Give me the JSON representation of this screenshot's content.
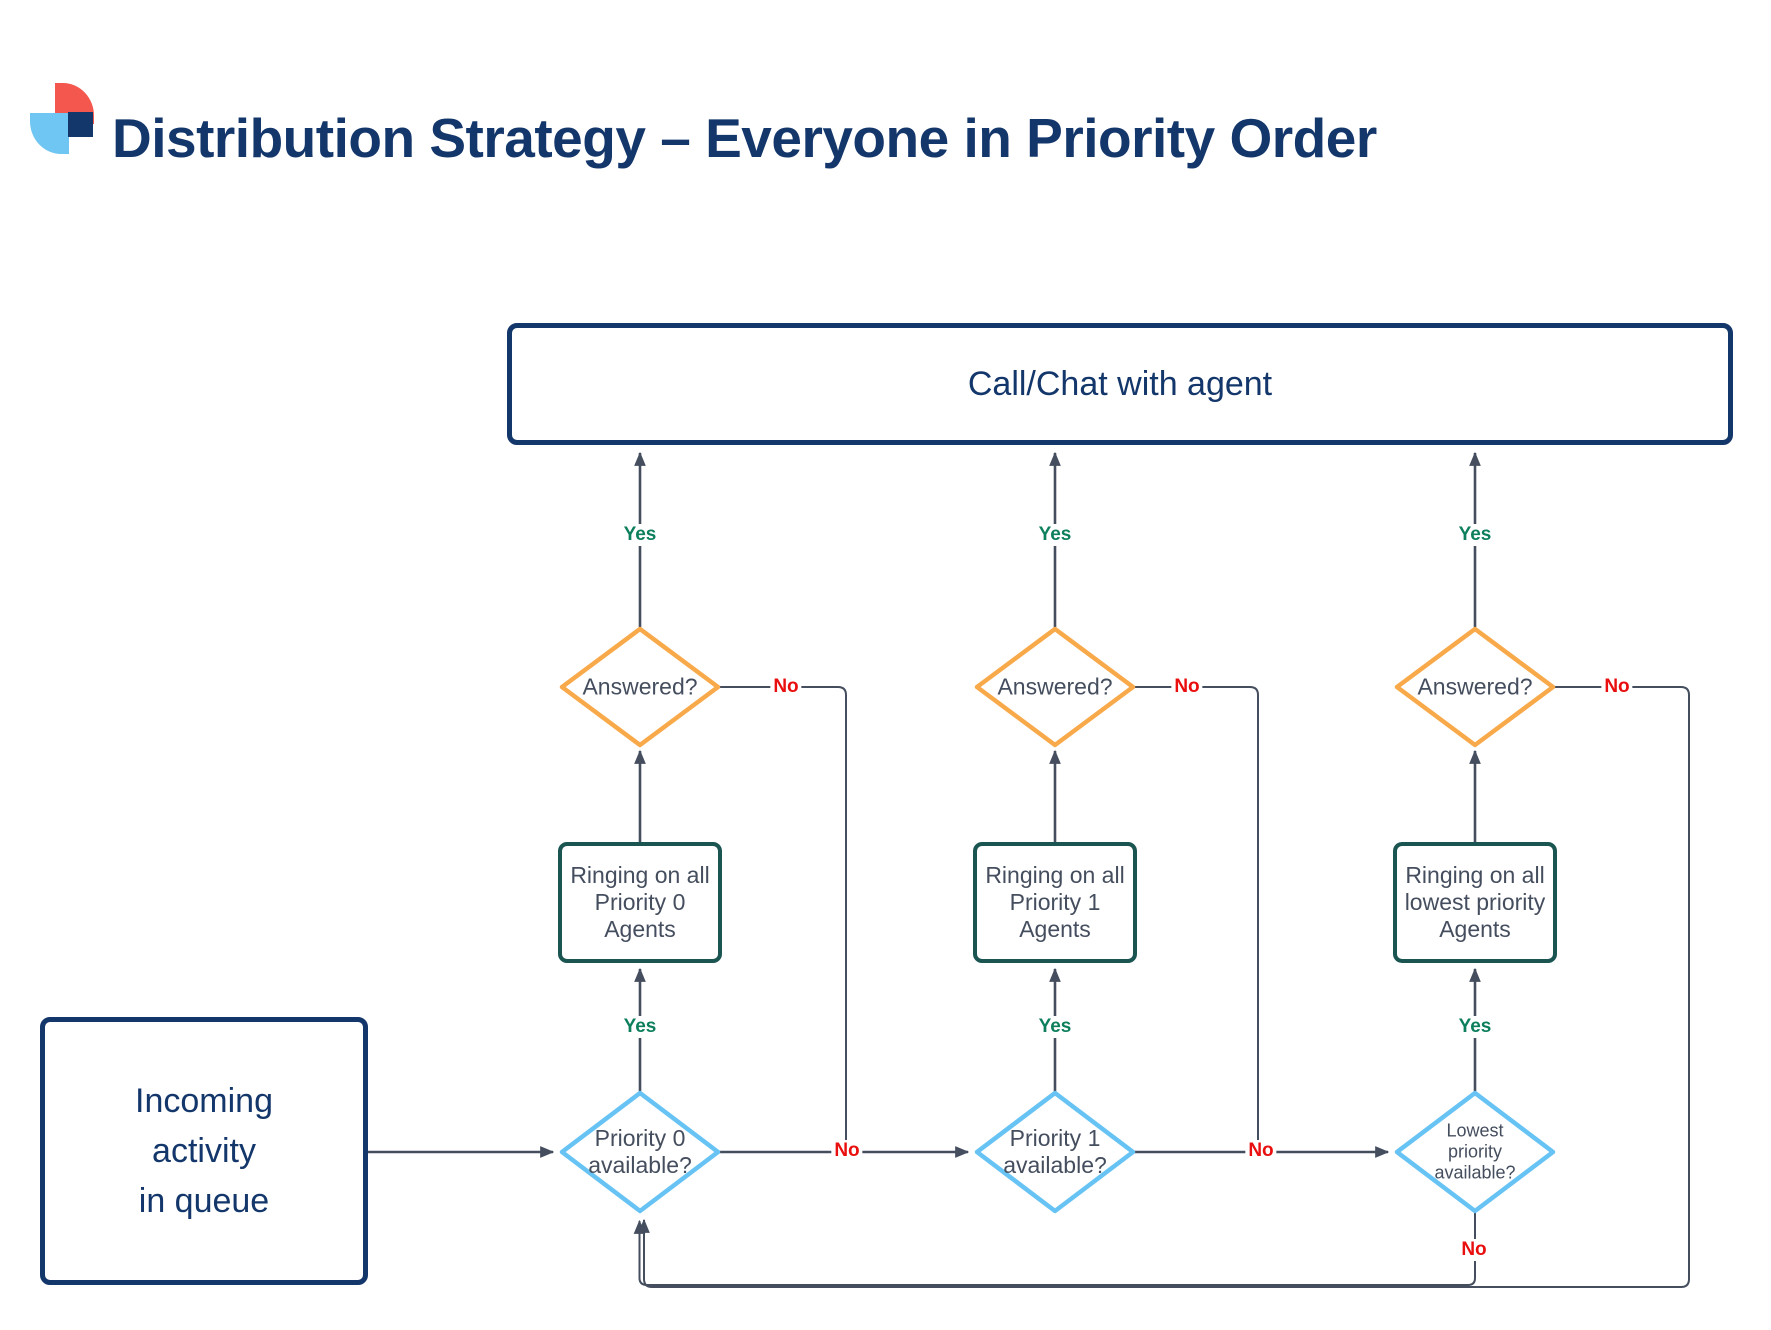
{
  "header": {
    "title": "Distribution Strategy – Everyone in Priority Order"
  },
  "flowchart": {
    "agent_box": {
      "label": "Call/Chat with agent"
    },
    "start_box": {
      "lines": [
        "Incoming",
        "activity",
        "in queue"
      ]
    },
    "columns": [
      {
        "available": {
          "lines": [
            "Priority 0",
            "available?"
          ]
        },
        "ringing": {
          "lines": [
            "Ringing on all",
            "Priority 0",
            "Agents"
          ]
        },
        "answered": {
          "label": "Answered?"
        },
        "yes_to_ringing": "Yes",
        "yes_to_agent": "Yes",
        "no_answered": "No",
        "no_available": "No"
      },
      {
        "available": {
          "lines": [
            "Priority 1",
            "available?"
          ]
        },
        "ringing": {
          "lines": [
            "Ringing on all",
            "Priority 1",
            "Agents"
          ]
        },
        "answered": {
          "label": "Answered?"
        },
        "yes_to_ringing": "Yes",
        "yes_to_agent": "Yes",
        "no_answered": "No",
        "no_available": "No"
      },
      {
        "available": {
          "lines": [
            "Lowest",
            "priority",
            "available?"
          ]
        },
        "ringing": {
          "lines": [
            "Ringing on all",
            "lowest priority",
            "Agents"
          ]
        },
        "answered": {
          "label": "Answered?"
        },
        "yes_to_ringing": "Yes",
        "yes_to_agent": "Yes",
        "no_answered": "No",
        "no_available": "No"
      }
    ],
    "colors": {
      "navy": "#13366B",
      "orange": "#F8A94A",
      "light_blue": "#67C3F3",
      "teal": "#1B5551",
      "green": "#0E7F5D",
      "red": "#E90F0F",
      "line": "#454E5E",
      "logo_red": "#F4574D",
      "logo_blue": "#6FC6F2"
    }
  }
}
